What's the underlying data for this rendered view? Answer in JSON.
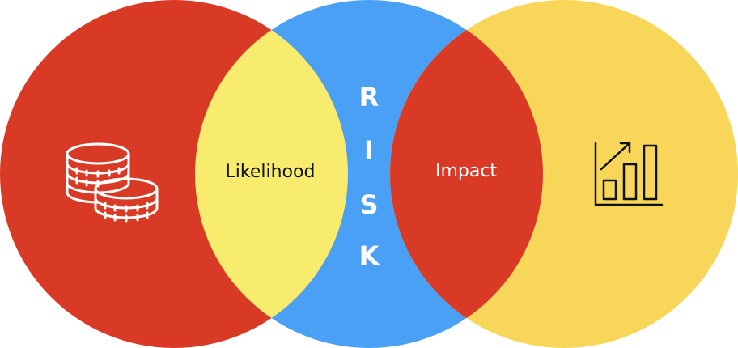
{
  "diagram": {
    "center_word_letters": [
      "R",
      "I",
      "S",
      "K"
    ],
    "overlap_left_label": "Likelihood",
    "overlap_right_label": "Impact",
    "left_icon": "coins-stack-icon",
    "right_icon": "bar-chart-growth-icon"
  },
  "colors": {
    "left_circle": "#D83A26",
    "center_circle": "#4AA0F4",
    "right_circle": "#F7D65A",
    "overlap_left": "#F8EC6E",
    "overlap_right": "#D83A26",
    "center_text": "#FFFFFF",
    "overlap_left_text": "#111111",
    "overlap_right_text": "#FFFFFF",
    "left_icon_stroke": "#FFFFFF",
    "right_icon_stroke": "#111111"
  }
}
